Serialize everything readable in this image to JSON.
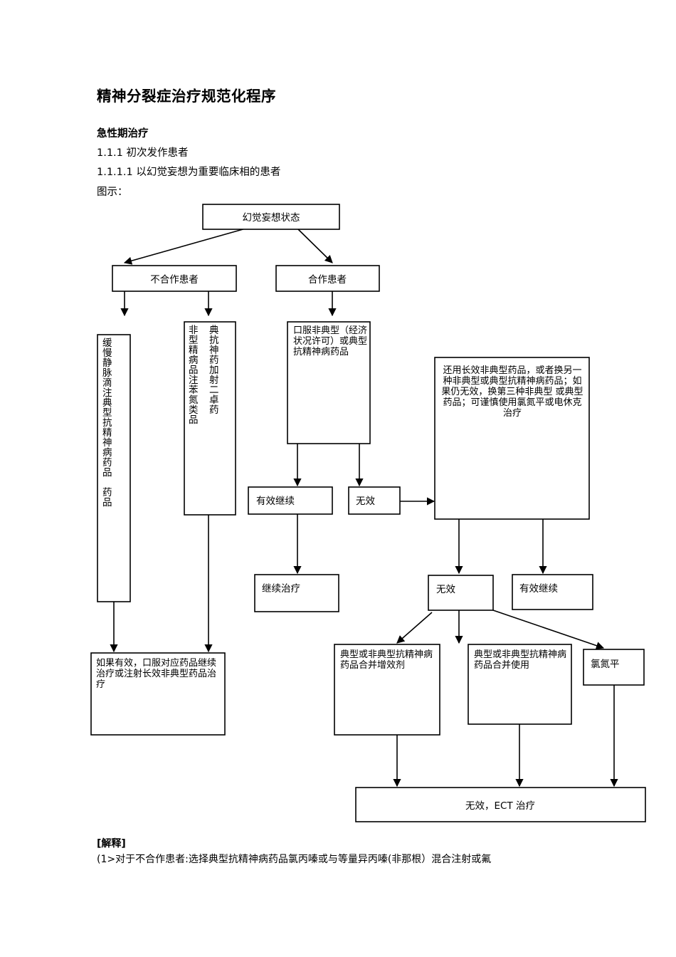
{
  "document": {
    "title": "精神分裂症治疗规范化程序",
    "section_heading": "急性期治疗",
    "item_1": "1.1.1 初次发作患者",
    "item_2": "1.1.1.1 以幻觉妄想为重要临床相的患者",
    "item_3": "图示：",
    "notes_heading": "[解释]",
    "notes_body": "(1>对于不合作患者:选择典型抗精神病药品氯丙嗪或与等量异丙嗪(非那根）混合注射或氟"
  },
  "flowchart": {
    "type": "flowchart",
    "orientation": "top-down",
    "nodes": {
      "start": "幻觉妄想状态",
      "uncooperative": "不合作患者",
      "cooperative": "合作患者",
      "slow_iv_vertical": "缓慢静脉滴注典型抗精神病药品　药品",
      "injection_vertical_col_right": "典抗神药加射二卓药",
      "injection_vertical_col_left": "非型精病品注苯氮类品",
      "oral_atypical": "口服非典型（经济状况许可）或典型抗精神病药品",
      "switch_strategy": "还用长效非典型药品，或者换另一种非典型或典型抗精神病药品；如果仍无效，换第三种非典型 或典型药品；可谨慎使用氯氮平或电休克治疗",
      "effective_continue_1": "有效继续",
      "ineffective_1": "无效",
      "continue_treatment": "继续治疗",
      "ineffective_2": "无效",
      "effective_continue_2": "有效继续",
      "if_effective_oral": "如果有效，口服对应药品继续治疗或注射长效非典型药品治疗",
      "combine_booster": "典型或非典型抗精神病药品合并增效剂",
      "combine_use": "典型或非典型抗精神病药品合并使用",
      "clozapine": "氯氮平",
      "ect": "无效，ECT 治疗"
    },
    "edges": [
      {
        "from": "start",
        "to": "uncooperative"
      },
      {
        "from": "start",
        "to": "cooperative"
      },
      {
        "from": "uncooperative",
        "to": "slow_iv_vertical"
      },
      {
        "from": "uncooperative",
        "to": "injection_vertical"
      },
      {
        "from": "cooperative",
        "to": "oral_atypical"
      },
      {
        "from": "oral_atypical",
        "to": "effective_continue_1"
      },
      {
        "from": "oral_atypical",
        "to": "ineffective_1"
      },
      {
        "from": "ineffective_1",
        "to": "switch_strategy"
      },
      {
        "from": "effective_continue_1",
        "to": "continue_treatment"
      },
      {
        "from": "switch_strategy",
        "to": "ineffective_2"
      },
      {
        "from": "switch_strategy",
        "to": "effective_continue_2"
      },
      {
        "from": "slow_iv_vertical",
        "to": "if_effective_oral"
      },
      {
        "from": "injection_vertical",
        "to": "if_effective_oral"
      },
      {
        "from": "ineffective_2",
        "to": "combine_booster"
      },
      {
        "from": "ineffective_2",
        "to": "combine_use"
      },
      {
        "from": "ineffective_2",
        "to": "clozapine"
      },
      {
        "from": "combine_booster",
        "to": "ect"
      },
      {
        "from": "combine_use",
        "to": "ect"
      },
      {
        "from": "clozapine",
        "to": "ect"
      }
    ]
  }
}
